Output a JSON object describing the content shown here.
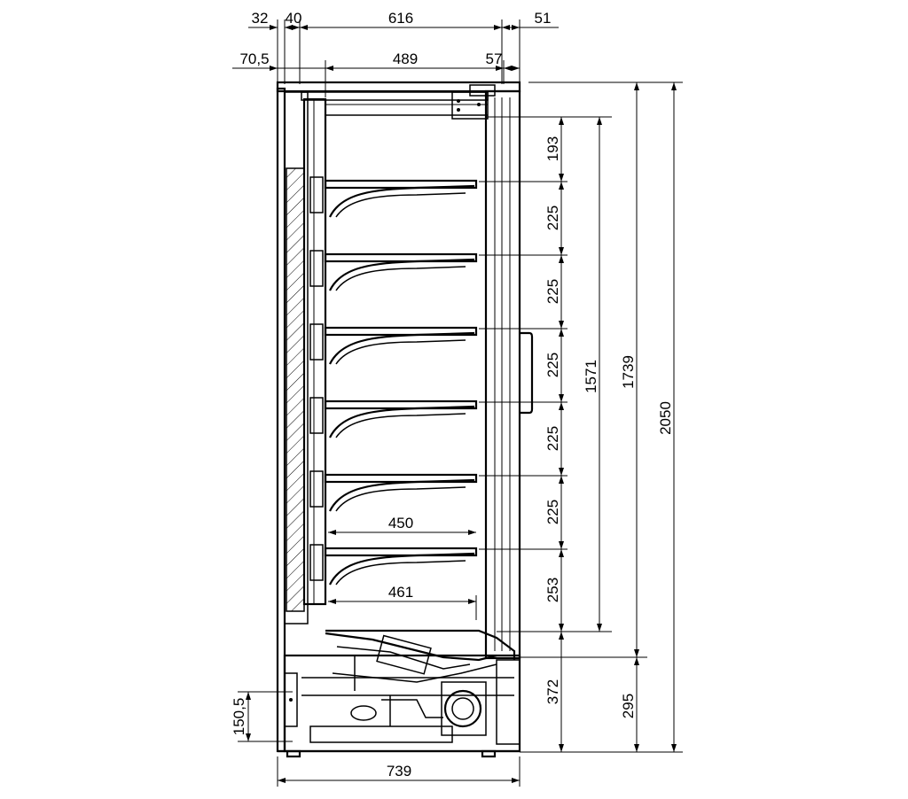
{
  "dimensions": {
    "top_row1": [
      "32",
      "40",
      "616",
      "51"
    ],
    "top_row2": [
      "70,5",
      "489",
      "57"
    ],
    "shelf_spacings": [
      "193",
      "225",
      "225",
      "225",
      "225",
      "225",
      "253",
      "372"
    ],
    "vertical_overall": [
      "1571",
      "1739",
      "2050",
      "295"
    ],
    "base_height": "150,5",
    "shelf_depths": [
      "450",
      "461"
    ],
    "overall_width": "739"
  }
}
